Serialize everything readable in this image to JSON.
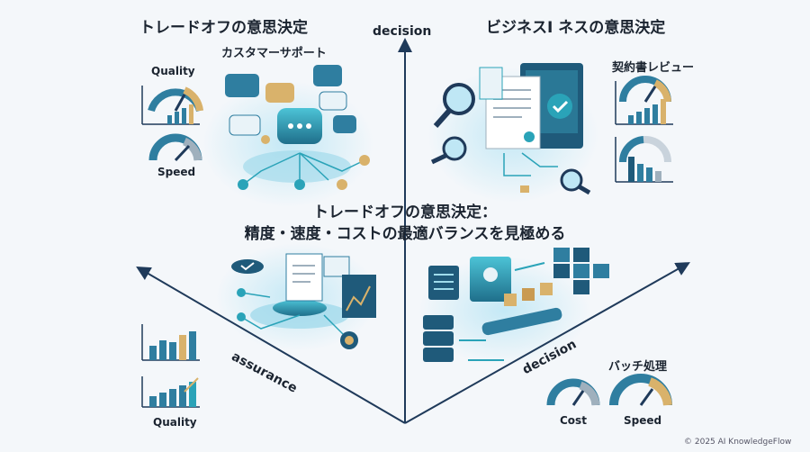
{
  "quadrants": {
    "top_left": {
      "title": "トレードオフの意思決定",
      "subtitle": "カスタマーサポート",
      "gauge1_label": "Quality",
      "gauge2_label": "Speed"
    },
    "top_right": {
      "title": "ビジネスI ネスの意思決定",
      "subtitle": "契約書レビュー"
    },
    "bottom_left": {
      "axis_label": "assurance",
      "chart_label": "Quality"
    },
    "bottom_right": {
      "axis_label": "decision",
      "subtitle": "バッチ処理",
      "gauge1_label": "Cost",
      "gauge2_label": "Speed"
    }
  },
  "top_axis_label": "decision",
  "center": {
    "line1": "トレードオフの意思決定：",
    "line2": "精度・速度・コストの最適バランスを見極める"
  },
  "copyright": "© 2025 AI KnowledgeFlow",
  "colors": {
    "navy": "#1f3a5a",
    "teal": "#2aa3b8",
    "gold": "#d9b26b",
    "glow": "#bfe7f5"
  }
}
